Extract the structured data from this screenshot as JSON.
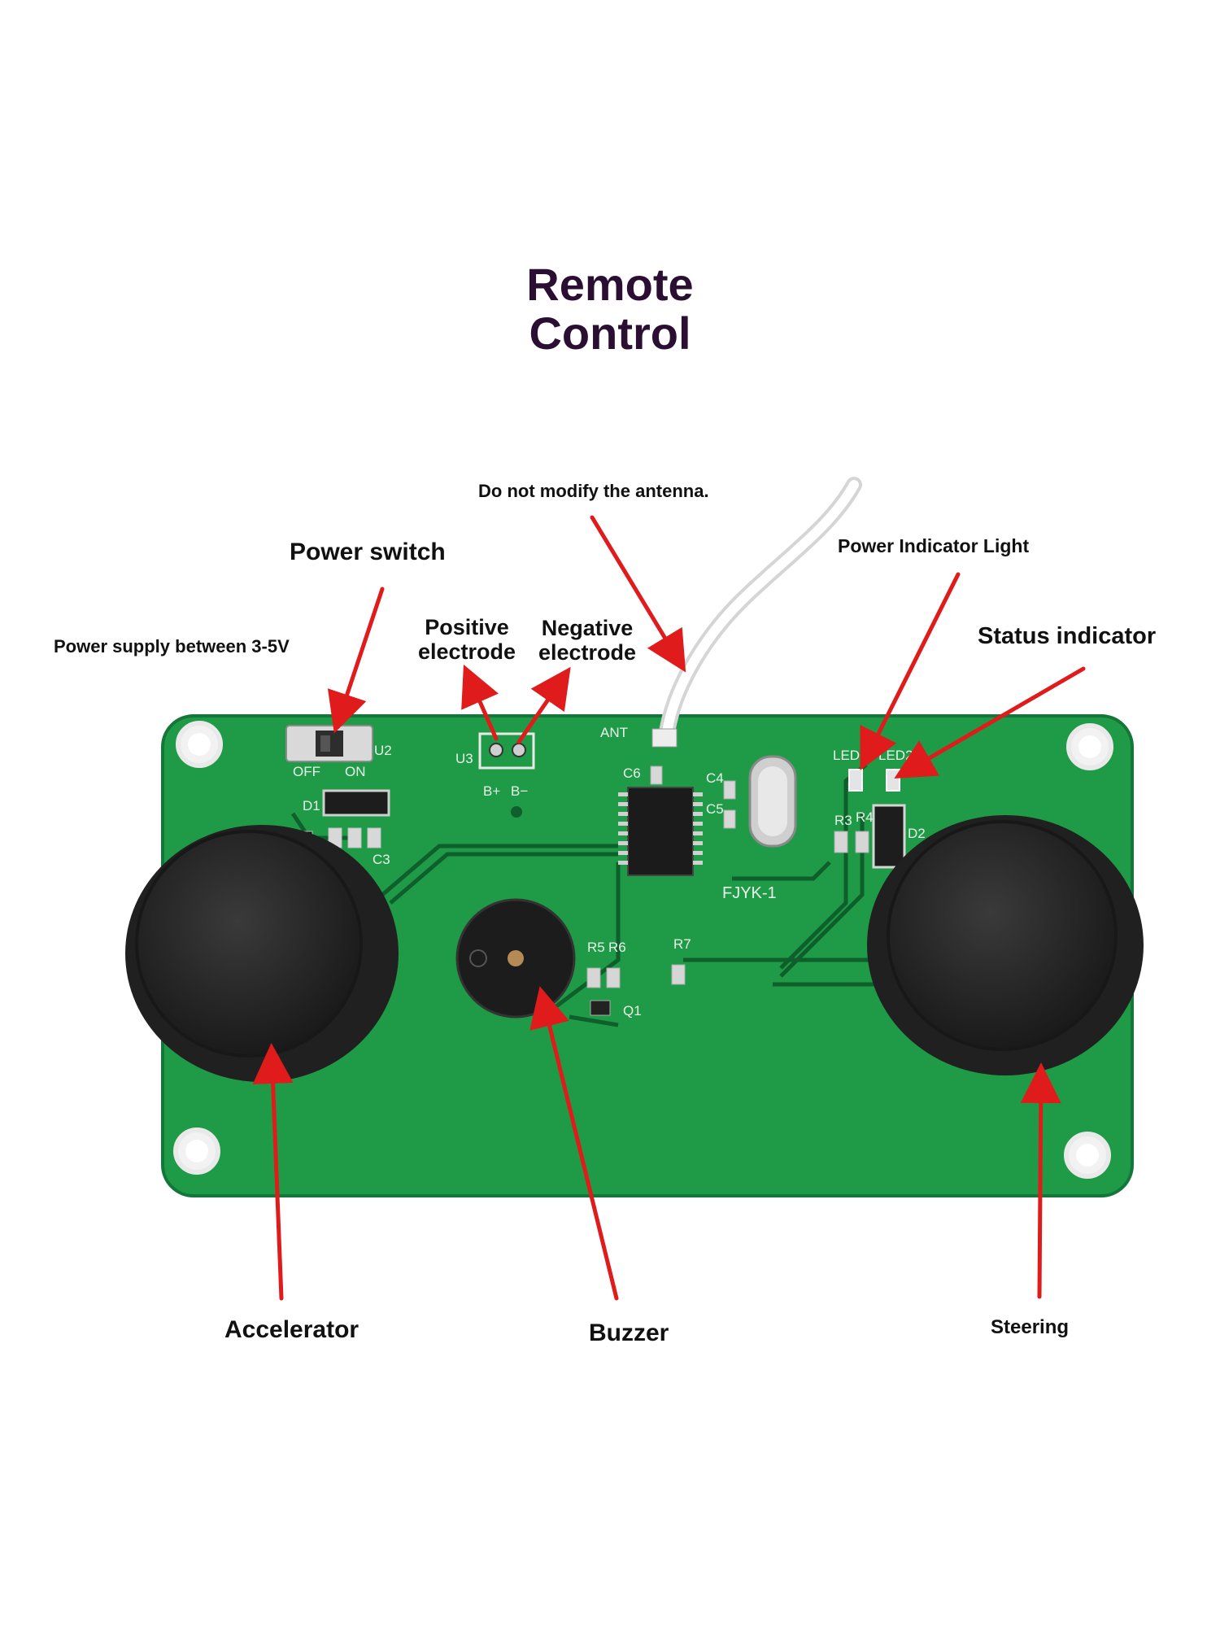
{
  "title": {
    "line1": "Remote",
    "line2": "Control"
  },
  "labels": {
    "antenna_note": "Do not modify the antenna.",
    "power_switch": "Power switch",
    "power_supply": "Power supply between 3-5V",
    "positive": {
      "line1": "Positive",
      "line2": "electrode"
    },
    "negative": {
      "line1": "Negative",
      "line2": "electrode"
    },
    "power_indicator": "Power Indicator Light",
    "status_indicator": "Status indicator",
    "accelerator": "Accelerator",
    "buzzer": "Buzzer",
    "steering": "Steering"
  },
  "board_silkscreen": {
    "ant": "ANT",
    "u2": "U2",
    "off": "OFF",
    "on": "ON",
    "u3": "U3",
    "bplus": "B+",
    "bminus": "B−",
    "d1": "D1",
    "c6": "C6",
    "c4": "C4",
    "c5": "C5",
    "led1": "LED",
    "led2": "LED2",
    "r3": "R3",
    "r4": "R4",
    "d2": "D2",
    "c3": "C3",
    "r5": "R5",
    "r6": "R6",
    "r7": "R7",
    "q1": "Q1",
    "board_id": "FJYK-1"
  },
  "colors": {
    "pcb": "#1f9a46",
    "pcb_dark": "#13763a",
    "trace": "#0f5f2c",
    "arrow": "#e01b1b",
    "joystick": "#2b2b2b",
    "title": "#2a0f33"
  }
}
